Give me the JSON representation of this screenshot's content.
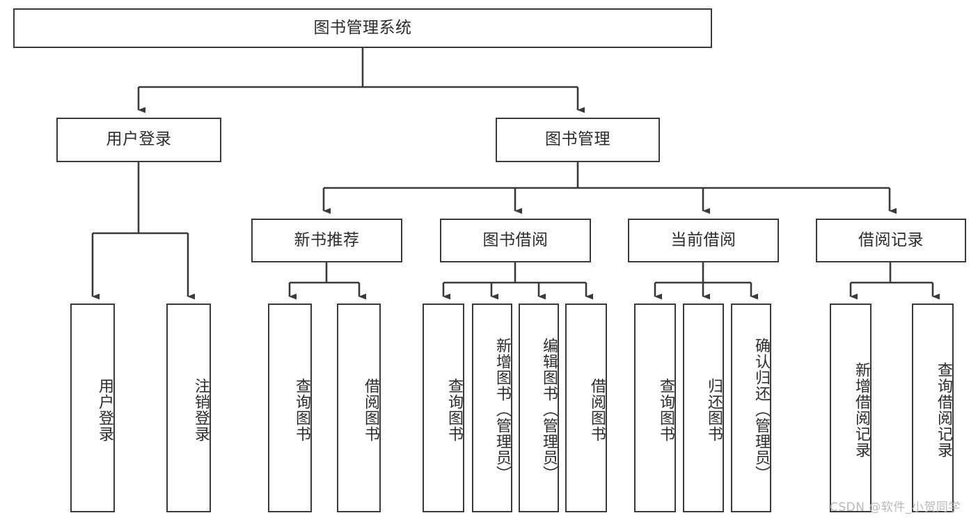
{
  "diagram": {
    "type": "tree-hierarchy-diagram",
    "title": "图书管理系统",
    "colors": {
      "box_border": "#3a3a3a",
      "box_fill": "#ffffff",
      "connector": "#3a3a3a",
      "text": "#2b2b2b",
      "watermark": "#b9b9b9",
      "background": "#ffffff"
    },
    "levels": {
      "root": {
        "label": "图书管理系统",
        "orientation": "horizontal"
      },
      "level2": [
        {
          "label": "用户登录",
          "orientation": "horizontal"
        },
        {
          "label": "图书管理",
          "orientation": "horizontal"
        }
      ],
      "level3": [
        {
          "label": "新书推荐",
          "orientation": "horizontal"
        },
        {
          "label": "图书借阅",
          "orientation": "horizontal"
        },
        {
          "label": "当前借阅",
          "orientation": "horizontal"
        },
        {
          "label": "借阅记录",
          "orientation": "horizontal"
        }
      ],
      "leaves": {
        "user_login": [
          {
            "label": "用户登录",
            "orientation": "vertical"
          },
          {
            "label": "注销登录",
            "orientation": "vertical"
          }
        ],
        "new_book_recommend": [
          {
            "label": "查询图书",
            "orientation": "vertical"
          },
          {
            "label": "借阅图书",
            "orientation": "vertical"
          }
        ],
        "book_borrow": [
          {
            "label": "查询图书",
            "orientation": "vertical"
          },
          {
            "label": "新增图书（管理员）",
            "orientation": "vertical"
          },
          {
            "label": "编辑图书（管理员）",
            "orientation": "vertical"
          },
          {
            "label": "借阅图书",
            "orientation": "vertical"
          }
        ],
        "current_borrow": [
          {
            "label": "查询图书",
            "orientation": "vertical"
          },
          {
            "label": "归还图书",
            "orientation": "vertical"
          },
          {
            "label": "确认归还（管理员）",
            "orientation": "vertical"
          }
        ],
        "borrow_record": [
          {
            "label": "新增借阅记录",
            "orientation": "vertical"
          },
          {
            "label": "查询借阅记录",
            "orientation": "vertical"
          }
        ]
      }
    }
  },
  "watermark": {
    "text": "CSDN @软件_小贺同学"
  }
}
